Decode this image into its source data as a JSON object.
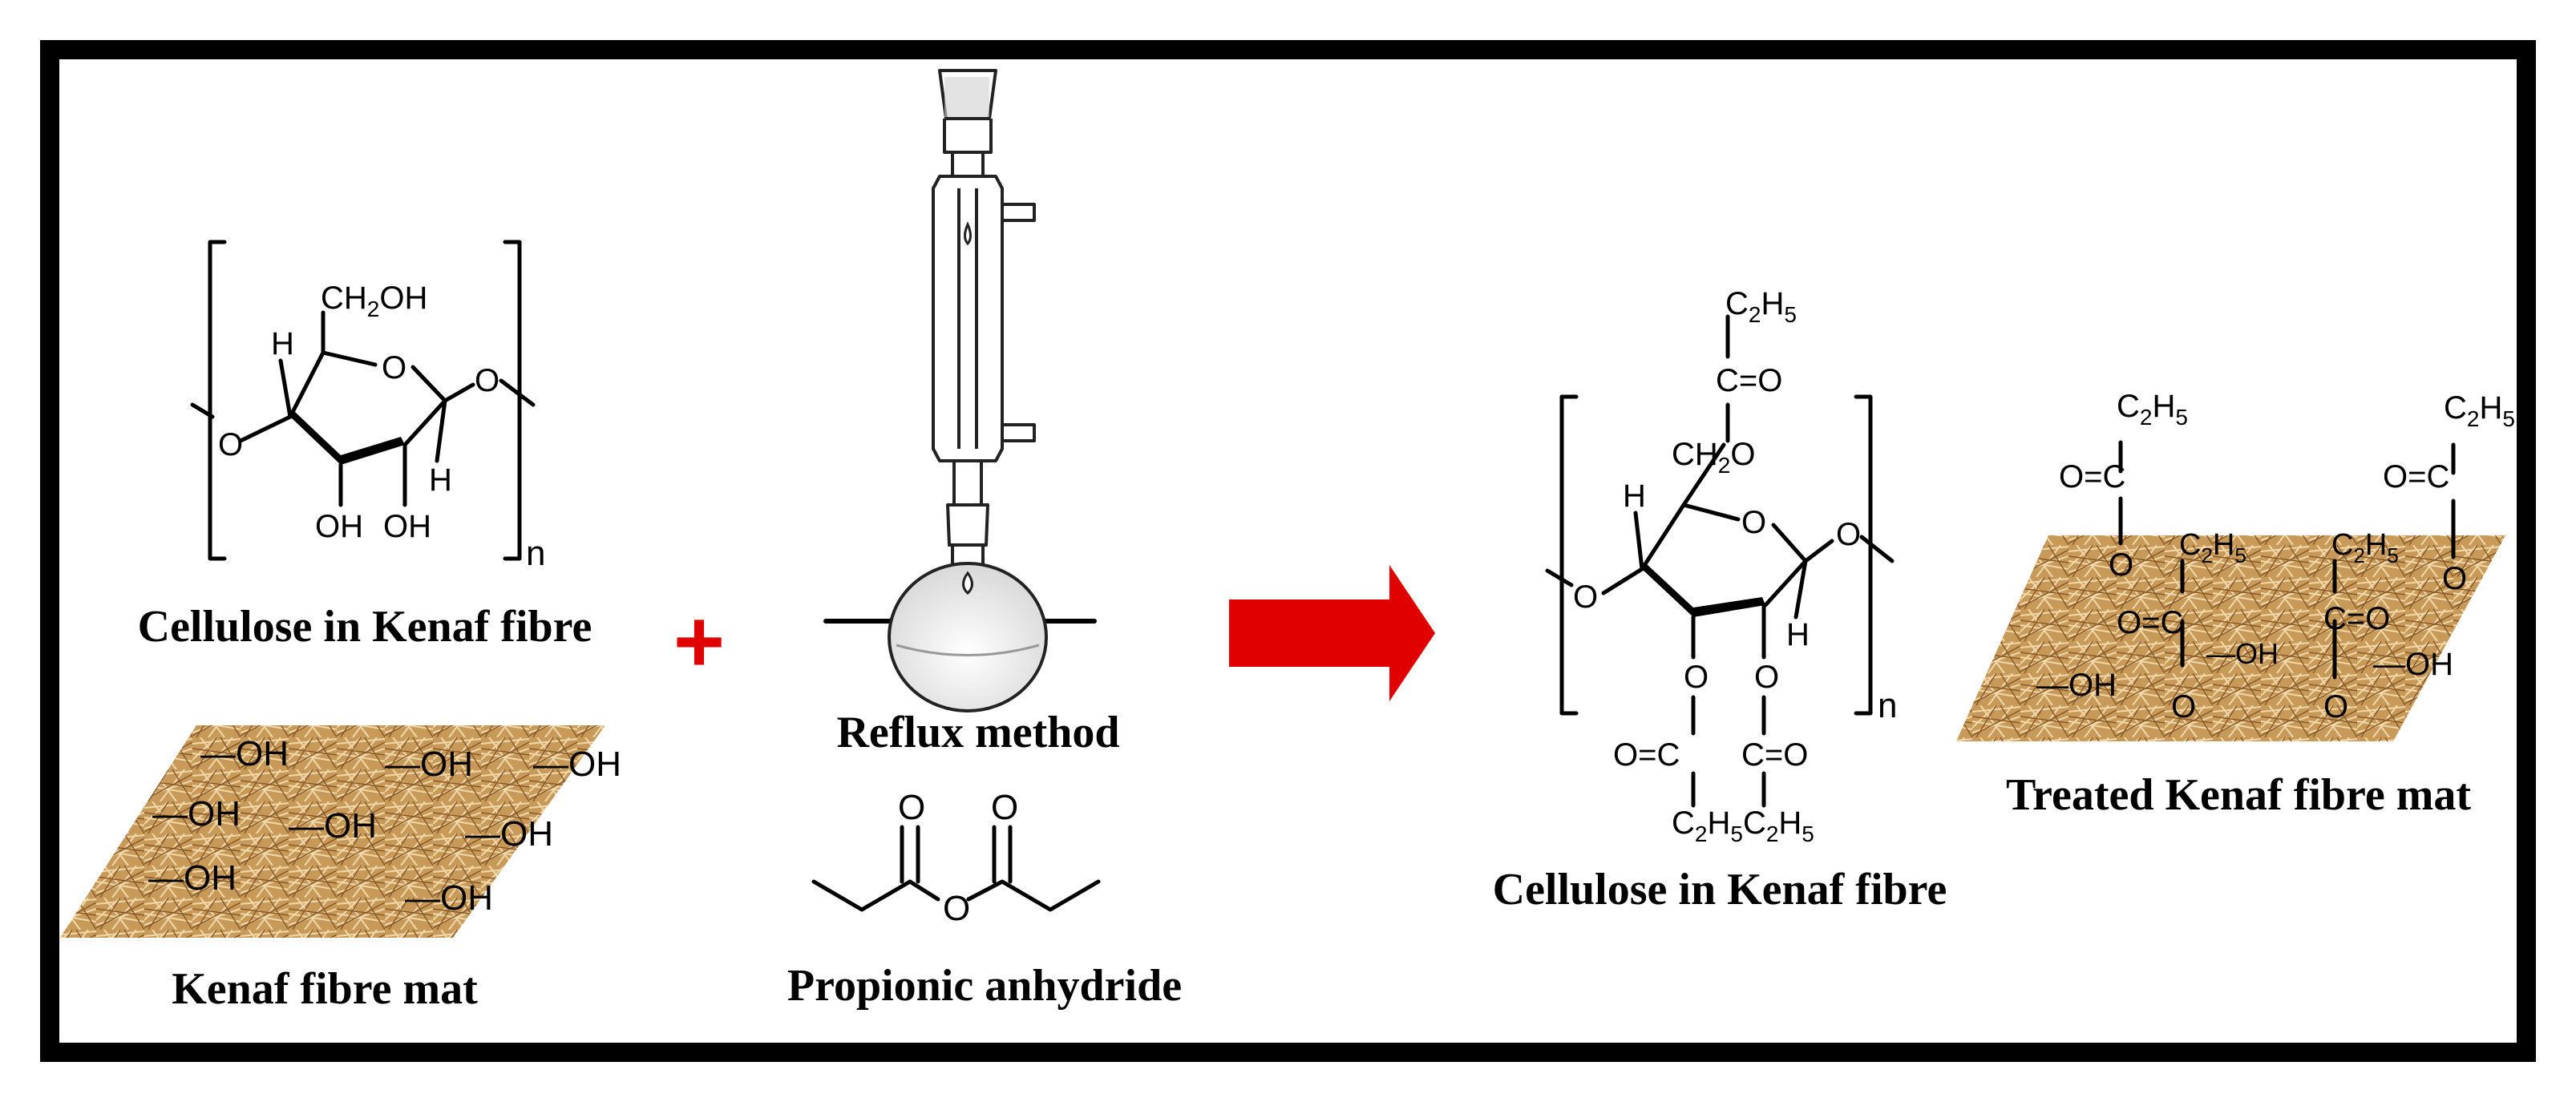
{
  "colors": {
    "frame": "#000000",
    "arrow": "#e00000",
    "plus": "#e00000",
    "mat_base": "#c89a5a",
    "mat_light": "#f0d8a8",
    "mat_dark": "#8a5a28"
  },
  "captions": {
    "cellulose_left": "Cellulose in Kenaf fibre",
    "mat_left": "Kenaf fibre mat",
    "reflux": "Reflux method",
    "anhydride": "Propionic anhydride",
    "cellulose_right": "Cellulose in Kenaf fibre",
    "mat_right": "Treated Kenaf fibre mat"
  },
  "plus_sign": "+",
  "cellulose_left": {
    "ch2oh": "CH",
    "ch2oh_sub": "2",
    "ch2oh_tail": "OH",
    "ring_o": "O",
    "bridge_o_left": "O",
    "bridge_o_right": "O",
    "h_top": "H",
    "h_bottom": "H",
    "oh_1": "OH",
    "oh_2": "OH",
    "n": "n"
  },
  "anhydride": {
    "o_left": "O",
    "o_right": "O",
    "o_bridge": "O"
  },
  "cellulose_right": {
    "c2h5_top": "C",
    "c2h5_top_sub1": "2",
    "c2h5_top_mid": "H",
    "c2h5_top_sub2": "5",
    "c_eq_o": "C=O",
    "ch2o": "CH",
    "ch2o_sub": "2",
    "ch2o_tail": "O",
    "ring_o": "O",
    "bridge_o_left": "O",
    "bridge_o_right": "O",
    "h_top": "H",
    "h_bottom": "H",
    "ester_o_1": "O",
    "ester_o_2": "O",
    "oc_1": "O=C",
    "oc_2": "C=O",
    "bottom_formula": "C",
    "n": "n"
  },
  "mat_left_groups": [
    "—OH",
    "—OH",
    "—OH",
    "—OH",
    "—OH",
    "—OH",
    "—OH",
    "—OH"
  ],
  "mat_right_groups": {
    "c2h5": "C",
    "sub2": "2",
    "h": "H",
    "sub5": "5",
    "oc": "O=C",
    "co": "C=O",
    "o": "O",
    "oh": "—OH",
    "oh_short": "OH"
  }
}
